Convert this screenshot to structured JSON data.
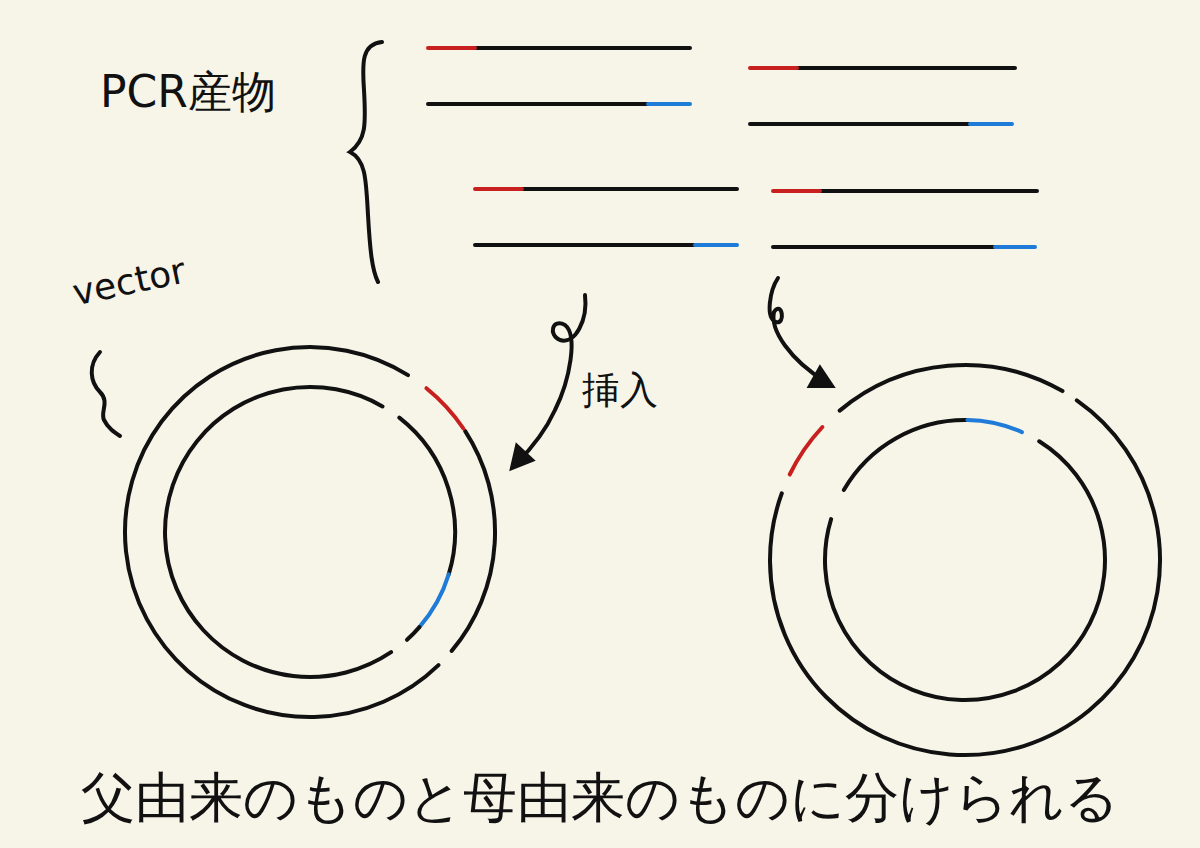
{
  "diagram": {
    "caption": "父由来のものと母由来のものに分けられる",
    "labels": [
      "PCR産物",
      "vector",
      "挿入"
    ]
  }
}
